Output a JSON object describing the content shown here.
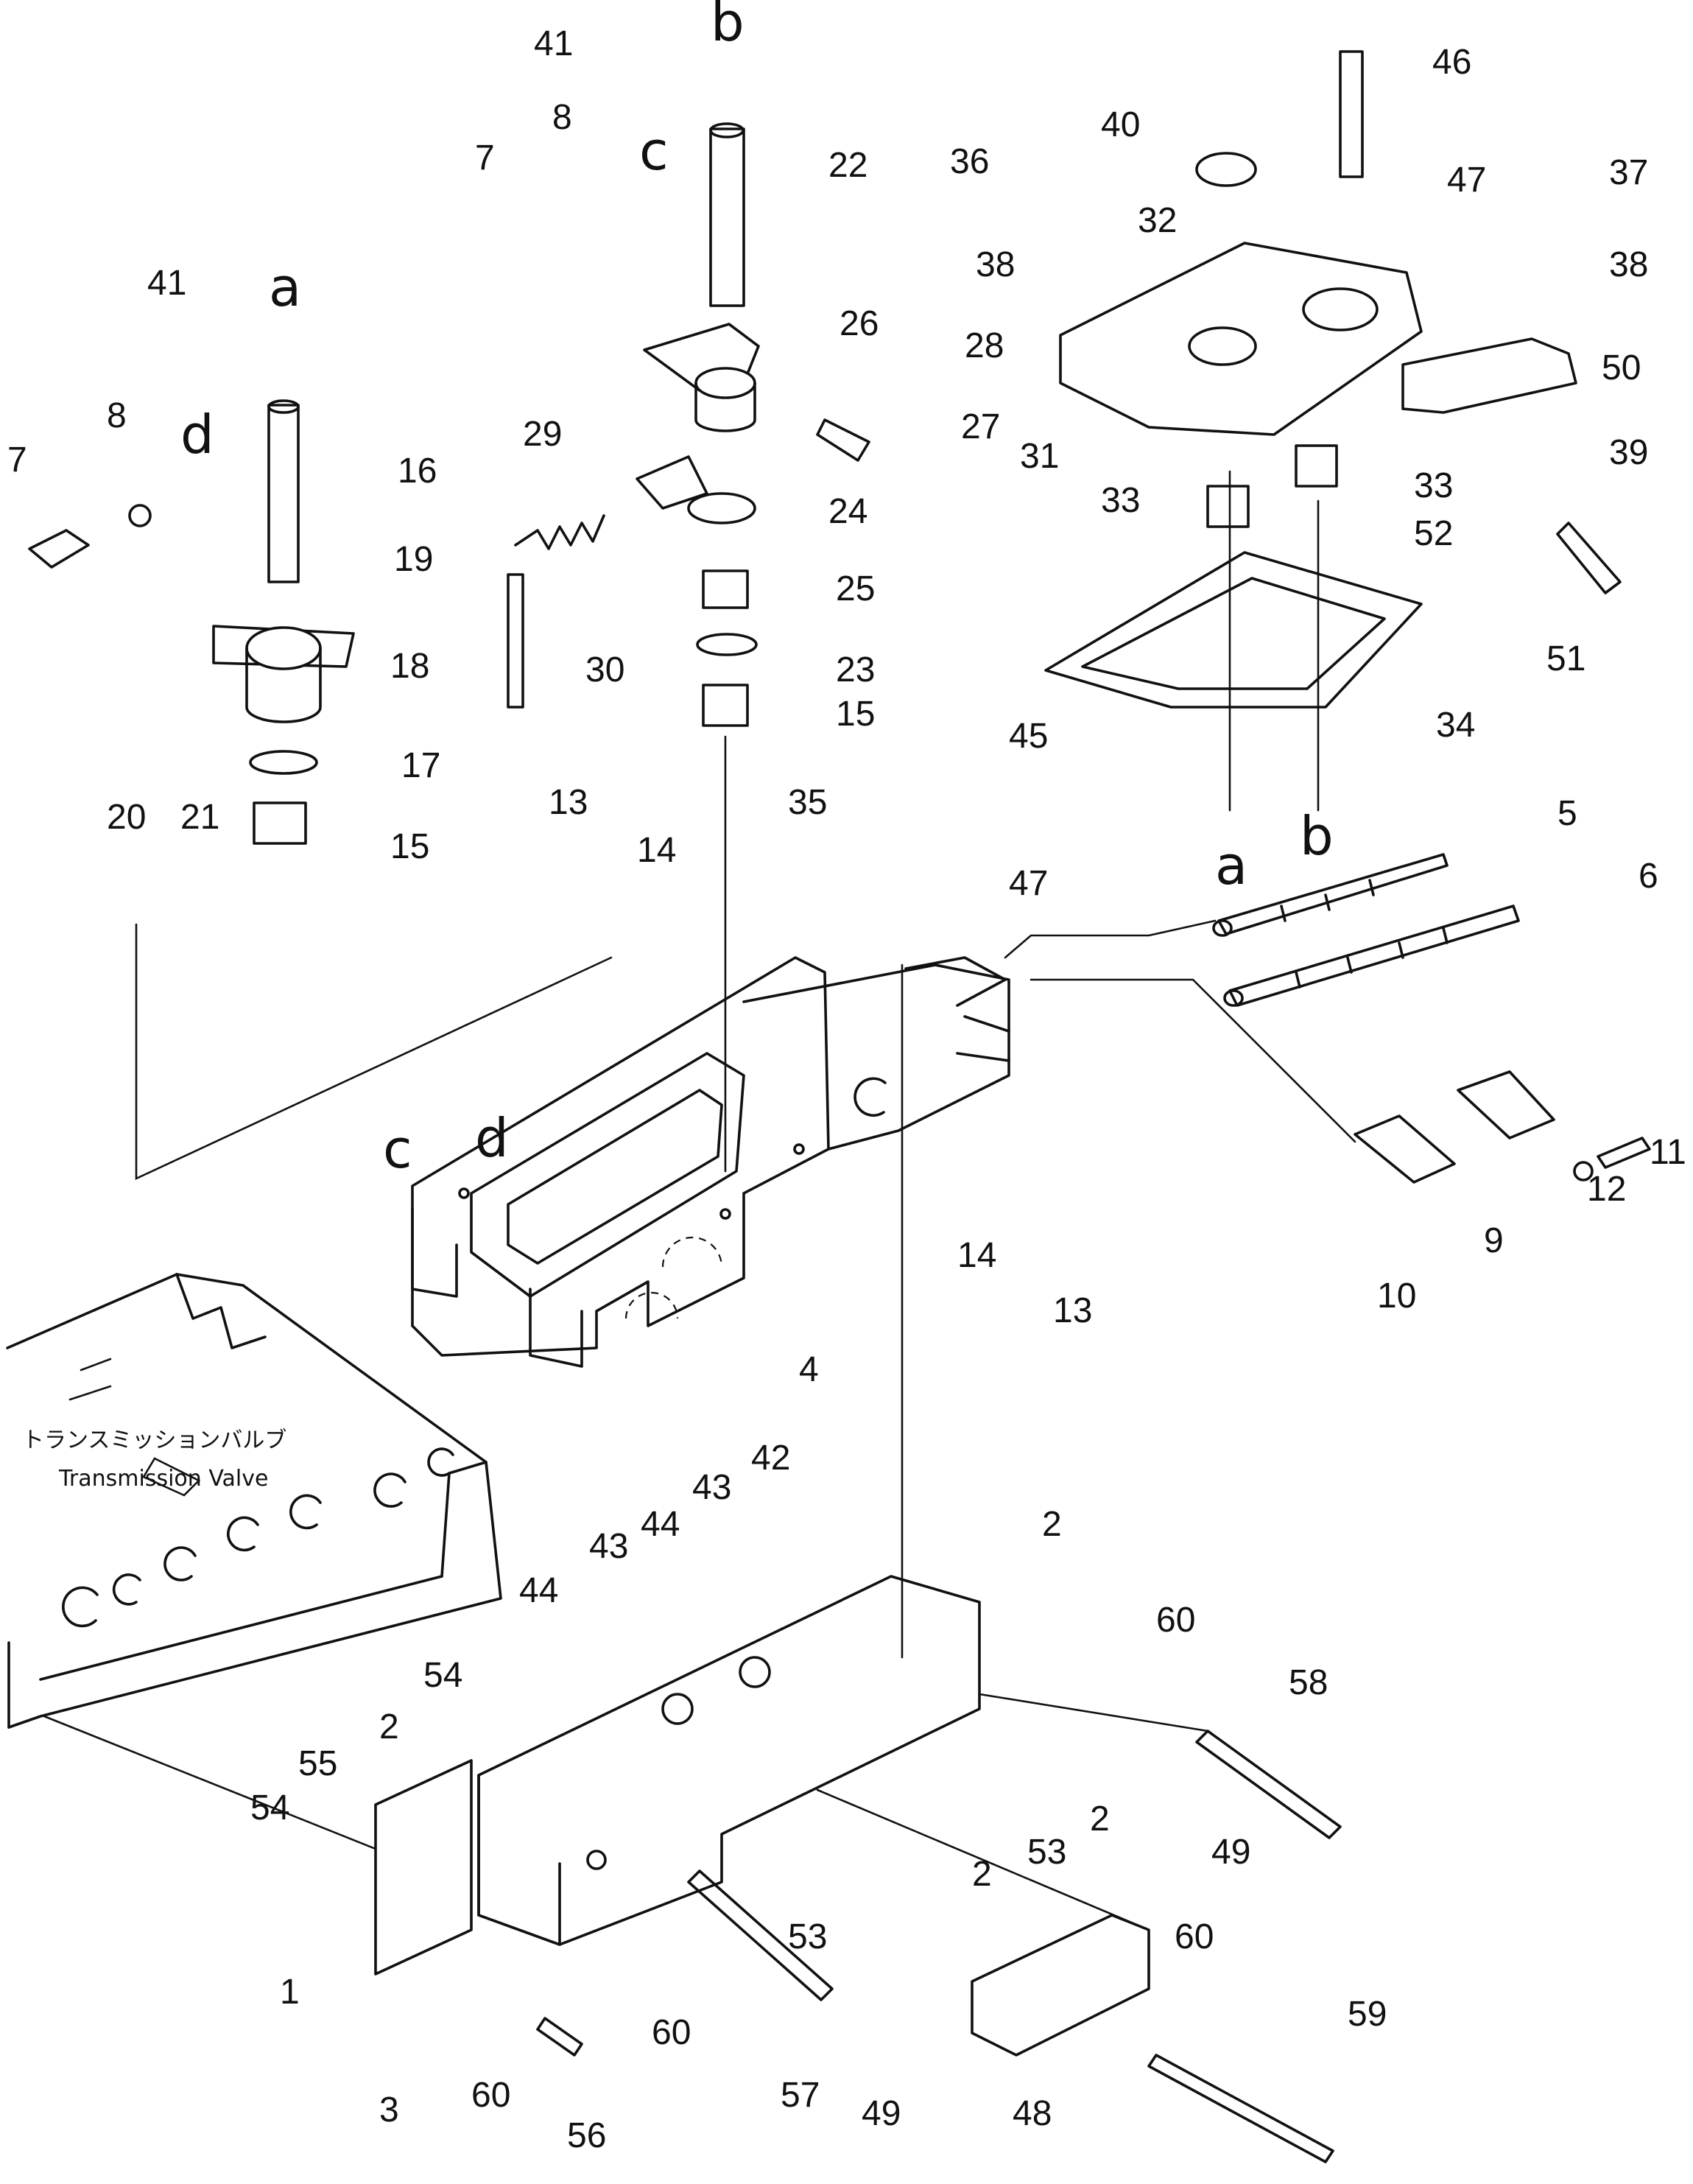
{
  "component_caption": {
    "japanese": "トランスミッションバルブ",
    "english": "Transmission Valve"
  },
  "view_letters": [
    "a",
    "b",
    "c",
    "d"
  ],
  "part_callouts": [
    "1",
    "2",
    "3",
    "4",
    "5",
    "6",
    "7",
    "8",
    "9",
    "10",
    "11",
    "12",
    "13",
    "14",
    "15",
    "16",
    "17",
    "18",
    "19",
    "20",
    "21",
    "22",
    "23",
    "24",
    "25",
    "26",
    "27",
    "28",
    "29",
    "30",
    "31",
    "32",
    "33",
    "34",
    "35",
    "36",
    "37",
    "38",
    "39",
    "40",
    "41",
    "42",
    "43",
    "44",
    "45",
    "46",
    "47",
    "48",
    "49",
    "50",
    "51",
    "52",
    "53",
    "54",
    "55",
    "56",
    "57",
    "58",
    "59",
    "60"
  ]
}
